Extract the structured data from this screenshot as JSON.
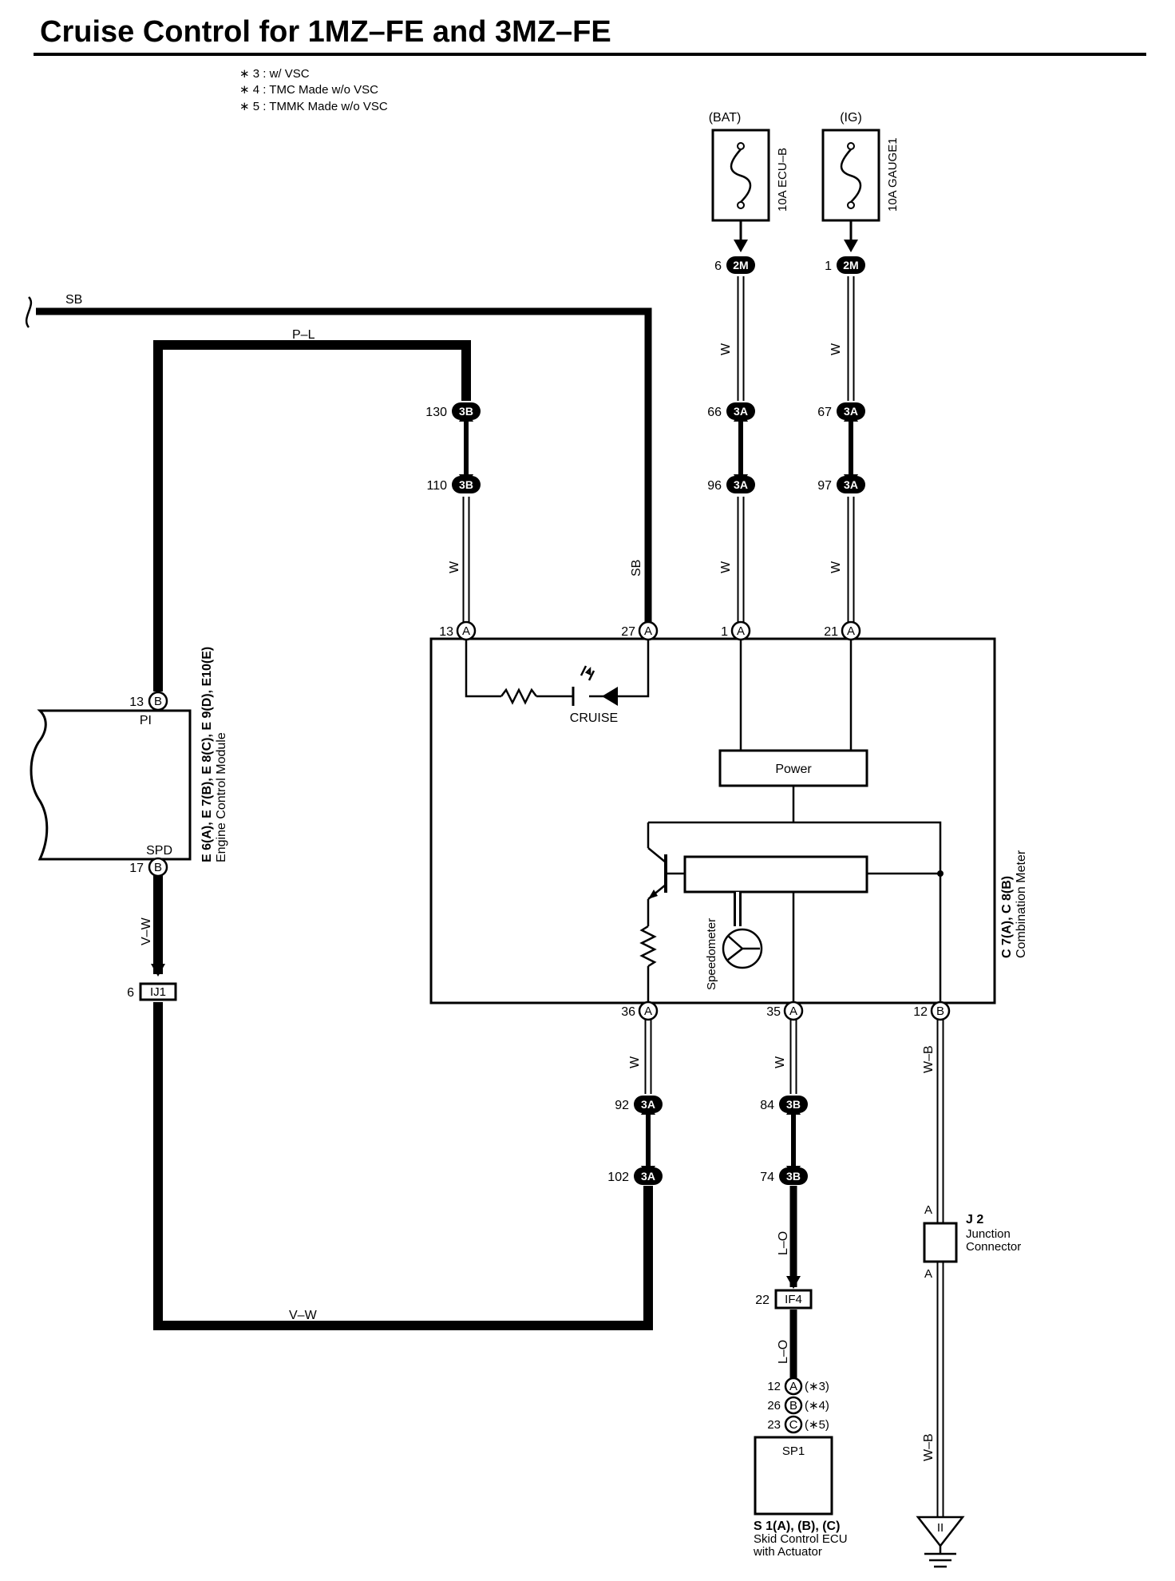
{
  "title": "Cruise Control for 1MZ–FE and 3MZ–FE",
  "notes": [
    "∗ 3 : w/ VSC",
    "∗ 4 : TMC Made w/o VSC",
    "∗ 5 : TMMK Made w/o VSC"
  ],
  "sources": {
    "bat": "(BAT)",
    "ig": "(IG)",
    "fuse_bat": "10A ECU–B",
    "fuse_ig": "10A GAUGE1"
  },
  "wire_colors": {
    "sb": "SB",
    "pl": "P–L",
    "w": "W",
    "vw": "V–W",
    "wb": "W–B",
    "lo": "L–O"
  },
  "connectors": {
    "c2m": "2M",
    "c3a": "3A",
    "c3b": "3B",
    "ij1": "IJ1",
    "if4": "IF4",
    "sp1": "SP1",
    "pin_a": "A",
    "pin_b": "B",
    "pin_c": "C"
  },
  "pins": {
    "p6": "6",
    "p1": "1",
    "p130": "130",
    "p110": "110",
    "p66": "66",
    "p96": "96",
    "p67": "67",
    "p97": "97",
    "p13": "13",
    "p27": "27",
    "p1b": "1",
    "p21": "21",
    "p13ecm": "13",
    "p17": "17",
    "p6ij": "6",
    "p36": "36",
    "p35": "35",
    "p12": "12",
    "p92": "92",
    "p102": "102",
    "p84": "84",
    "p74": "74",
    "p22": "22",
    "p12s": "12",
    "p26": "26",
    "p23": "23"
  },
  "suffix": {
    "s3": "(∗3)",
    "s4": "(∗4)",
    "s5": "(∗5)"
  },
  "components": {
    "ecm_line1": "E 6(A), E 7(B), E 8(C), E 9(D), E10(E)",
    "ecm_line2": "Engine Control Module",
    "ecm_pi": "PI",
    "ecm_spd": "SPD",
    "meter_line1": "C 7(A), C 8(B)",
    "meter_line2": "Combination Meter",
    "cruise": "CRUISE",
    "power": "Power",
    "speedometer": "Speedometer",
    "j2_title": "J 2",
    "j2_line1": "Junction",
    "j2_line2": "Connector",
    "j2_a": "A",
    "sp1_line1": "S 1(A), (B), (C)",
    "sp1_line2": "Skid Control ECU",
    "sp1_line3": "with Actuator",
    "ground": "II"
  }
}
